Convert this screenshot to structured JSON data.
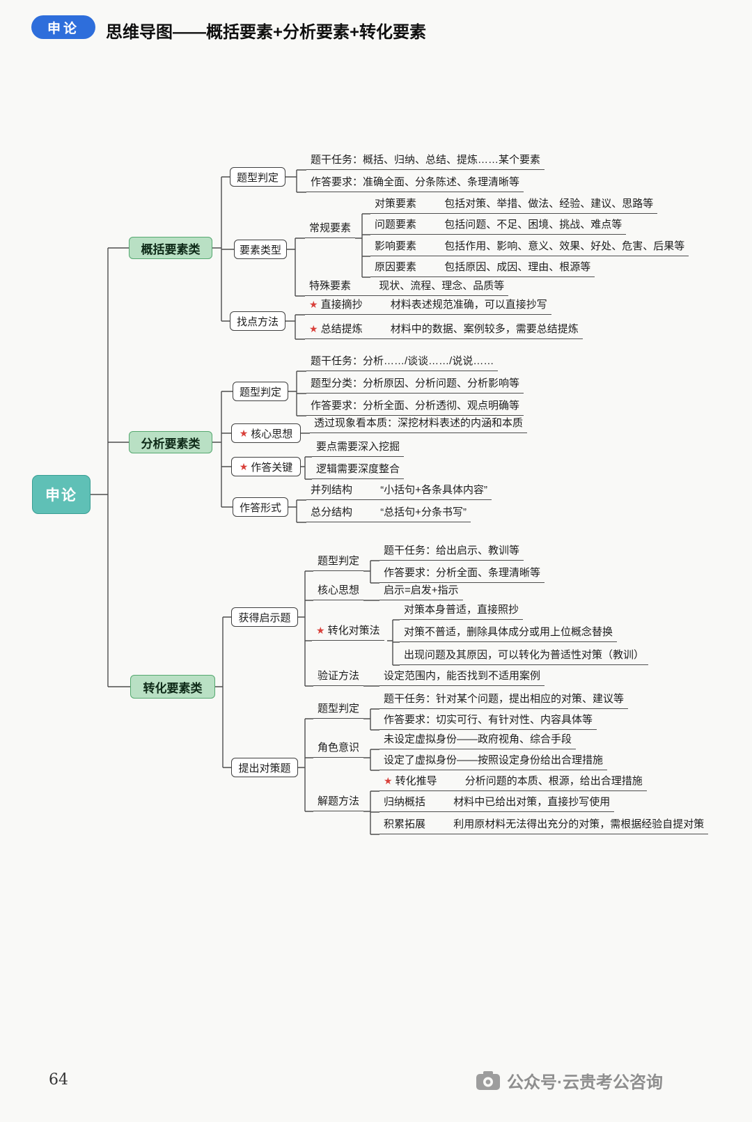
{
  "header": {
    "badge": "申论",
    "title": "思维导图——概括要素+分析要素+转化要素"
  },
  "root": {
    "label": "申论"
  },
  "summary": {
    "label": "概括要素类",
    "qtype": {
      "label": "题型判定",
      "task": "题干任务：概括、归纳、总结、提炼……某个要素",
      "req": "作答要求：准确全面、分条陈述、条理清晰等"
    },
    "etypes": {
      "label": "要素类型",
      "regular": {
        "label": "常规要素",
        "rows": [
          {
            "label": "对策要素",
            "desc": "包括对策、举措、做法、经验、建议、思路等"
          },
          {
            "label": "问题要素",
            "desc": "包括问题、不足、困境、挑战、难点等"
          },
          {
            "label": "影响要素",
            "desc": "包括作用、影响、意义、效果、好处、危害、后果等"
          },
          {
            "label": "原因要素",
            "desc": "包括原因、成因、理由、根源等"
          }
        ]
      },
      "special": {
        "label": "特殊要素",
        "desc": "现状、流程、理念、品质等"
      }
    },
    "methods": {
      "label": "找点方法",
      "rows": [
        {
          "label": "直接摘抄",
          "desc": "材料表述规范准确，可以直接抄写"
        },
        {
          "label": "总结提炼",
          "desc": "材料中的数据、案例较多，需要总结提炼"
        }
      ]
    }
  },
  "analysis": {
    "label": "分析要素类",
    "qtype": {
      "label": "题型判定",
      "task": "题干任务：分析……/谈谈……/说说……",
      "cls": "题型分类：分析原因、分析问题、分析影响等",
      "req": "作答要求：分析全面、分析透彻、观点明确等"
    },
    "core": {
      "label": "核心思想",
      "desc": "透过现象看本质：深挖材料表述的内涵和本质"
    },
    "key": {
      "label": "作答关键",
      "point1": "要点需要深入挖掘",
      "point2": "逻辑需要深度整合"
    },
    "form": {
      "label": "作答形式",
      "rows": [
        {
          "label": "并列结构",
          "desc": "“小括句+各条具体内容”"
        },
        {
          "label": "总分结构",
          "desc": "“总括句+分条书写”"
        }
      ]
    }
  },
  "transform": {
    "label": "转化要素类",
    "inspire": {
      "label": "获得启示题",
      "qtype": {
        "label": "题型判定",
        "task": "题干任务：给出启示、教训等",
        "req": "作答要求：分析全面、条理清晰等"
      },
      "core": {
        "label": "核心思想",
        "desc": "启示=启发+指示"
      },
      "convert": {
        "label": "转化对策法",
        "rows": [
          "对策本身普适，直接照抄",
          "对策不普适，删除具体成分或用上位概念替换",
          "出现问题及其原因，可以转化为普适性对策（教训）"
        ]
      },
      "verify": {
        "label": "验证方法",
        "desc": "设定范围内，能否找到不适用案例"
      }
    },
    "counter": {
      "label": "提出对策题",
      "qtype": {
        "label": "题型判定",
        "task": "题干任务：针对某个问题，提出相应的对策、建议等",
        "req": "作答要求：切实可行、有针对性、内容具体等"
      },
      "role": {
        "label": "角色意识",
        "row1": "未设定虚拟身份——政府视角、综合手段",
        "row2": "设定了虚拟身份——按照设定身份给出合理措施"
      },
      "solve": {
        "label": "解题方法",
        "rows": [
          {
            "label": "转化推导",
            "desc": "分析问题的本质、根源，给出合理措施"
          },
          {
            "label": "归纳概括",
            "desc": "材料中已给出对策，直接抄写使用"
          },
          {
            "label": "积累拓展",
            "desc": "利用原材料无法得出充分的对策，需根据经验自提对策"
          }
        ]
      }
    }
  },
  "footer": {
    "page": "64",
    "brand": "公众号·云贵考公咨询"
  }
}
